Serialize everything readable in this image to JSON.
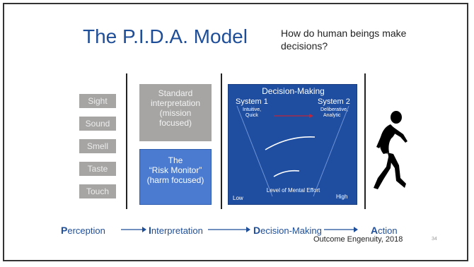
{
  "slide": {
    "title": "The P.I.D.A. Model",
    "subtitle": "How do human beings make decisions?",
    "footer": "Outcome Engenuity, 2018",
    "page_number": "34"
  },
  "senses": [
    "Sight",
    "Sound",
    "Smell",
    "Taste",
    "Touch"
  ],
  "interpretation": {
    "standard": "Standard interpretation (mission focused)",
    "risk_title": "The",
    "risk_line2": "“Risk Monitor”",
    "risk_line3": "(harm focused)"
  },
  "decision_box": {
    "heading": "Decision-Making",
    "system1_title": "System 1",
    "system1_desc1": "Intuitive,",
    "system1_desc2": "Quick",
    "system2_title": "System 2",
    "system2_desc1": "Deliberative,",
    "system2_desc2": "Analytic",
    "effort_label": "Level of Mental Effort",
    "low": "Low",
    "high": "High"
  },
  "flow": {
    "p_initial": "P",
    "p_rest": "erception",
    "i_initial": "I",
    "i_rest": "nterpretation",
    "d_initial": "D",
    "d_rest": "ecision-Making",
    "a_initial": "A",
    "a_rest": "ction"
  },
  "colors": {
    "title_blue": "#1f4e99",
    "box_blue": "#1f4ea1",
    "risk_blue": "#4a7bd0",
    "gray_box": "#a6a5a4",
    "red_arrow": "#c0243a"
  },
  "icons": {
    "runner": "running-person-silhouette"
  }
}
